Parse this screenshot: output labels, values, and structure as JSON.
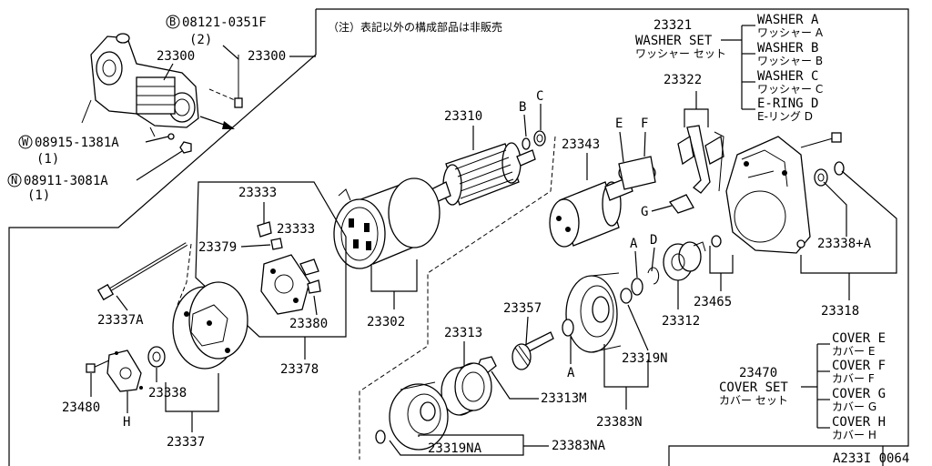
{
  "note": "（注）表記以外の構成部品は非販売",
  "diagram_id": "A233I 0064",
  "labels": {
    "b_bolt": "08121-0351F",
    "b_bolt_qty": "(2)",
    "w_washer": "08915-1381A",
    "w_washer_qty": "(1)",
    "n_nut": "08911-3081A",
    "n_nut_qty": "(1)",
    "starter_small": "23300",
    "starter_main": "23300",
    "armature": "23310",
    "yoke": "23302",
    "switch": "23343",
    "lever": "23322",
    "housing": "23338+A",
    "housing_asm": "23318",
    "gear_set": "23465",
    "clutch": "23312",
    "brush_spring1": "23333",
    "brush_spring2": "23333",
    "brush_small": "23379",
    "brush_holder_plate": "23380",
    "brush_holder_asm": "23378",
    "through_bolt": "23337A",
    "rear_cover_asm": "23337",
    "rear_cover_bush": "23338",
    "screw": "23480",
    "pinion_shaft": "23357",
    "bearing": "23313",
    "pinion_gear": "23313M",
    "gear_housing": "23319N",
    "gear_housing_asm": "23383N",
    "front_housing": "23319NA",
    "front_housing_asm": "23383NA",
    "washer_set_code": "23321",
    "washer_set": "WASHER SET",
    "washer_set_jp": "ワッシャー セット",
    "cover_set_code": "23470",
    "cover_set": "COVER SET",
    "cover_set_jp": "カバー セット",
    "letter_a": "A",
    "letter_b": "B",
    "letter_c": "C",
    "letter_d": "D",
    "letter_e": "E",
    "letter_f": "F",
    "letter_g": "G",
    "letter_h": "H",
    "letter_a2": "A",
    "circle_b": "B",
    "circle_w": "W",
    "circle_n": "N"
  },
  "washer_list": [
    {
      "en": "WASHER A",
      "jp": "ワッシャー A"
    },
    {
      "en": "WASHER B",
      "jp": "ワッシャー B"
    },
    {
      "en": "WASHER C",
      "jp": "ワッシャー C"
    },
    {
      "en": "E-RING D",
      "jp": "E-リング D"
    }
  ],
  "cover_list": [
    {
      "en": "COVER E",
      "jp": "カバー E"
    },
    {
      "en": "COVER F",
      "jp": "カバー F"
    },
    {
      "en": "COVER G",
      "jp": "カバー G"
    },
    {
      "en": "COVER H",
      "jp": "カバー H"
    }
  ]
}
